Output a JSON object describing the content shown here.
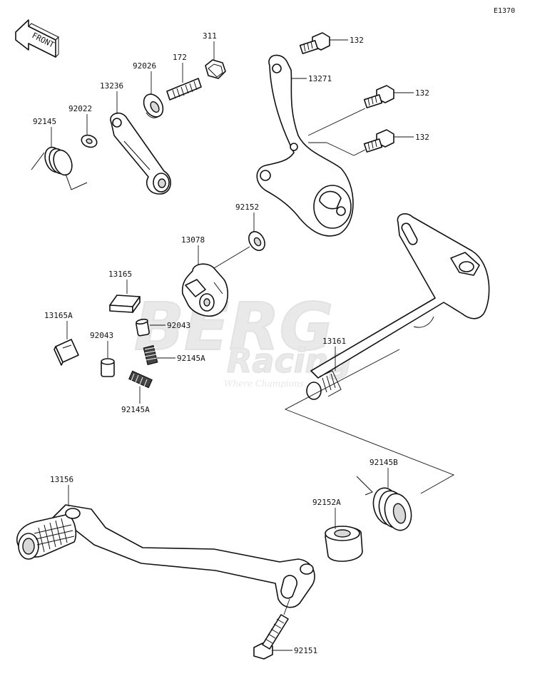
{
  "diagram_code": "E1370",
  "front_marker": "FRONT",
  "watermark": {
    "brand": "BERG",
    "sub": "Racing",
    "tagline": "Where Champions..."
  },
  "parts": [
    {
      "id": "p132a",
      "number": "132"
    },
    {
      "id": "p132b",
      "number": "132"
    },
    {
      "id": "p132c",
      "number": "132"
    },
    {
      "id": "p311",
      "number": "311"
    },
    {
      "id": "p172",
      "number": "172"
    },
    {
      "id": "p92026",
      "number": "92026"
    },
    {
      "id": "p13236",
      "number": "13236"
    },
    {
      "id": "p92022",
      "number": "92022"
    },
    {
      "id": "p92145",
      "number": "92145"
    },
    {
      "id": "p13271",
      "number": "13271"
    },
    {
      "id": "p92152",
      "number": "92152"
    },
    {
      "id": "p13078",
      "number": "13078"
    },
    {
      "id": "p13165",
      "number": "13165"
    },
    {
      "id": "p13165A",
      "number": "13165A"
    },
    {
      "id": "p92043a",
      "number": "92043"
    },
    {
      "id": "p92043b",
      "number": "92043"
    },
    {
      "id": "p92145Aa",
      "number": "92145A"
    },
    {
      "id": "p92145Ab",
      "number": "92145A"
    },
    {
      "id": "p13161",
      "number": "13161"
    },
    {
      "id": "p13156",
      "number": "13156"
    },
    {
      "id": "p92145B",
      "number": "92145B"
    },
    {
      "id": "p92152A",
      "number": "92152A"
    },
    {
      "id": "p92151",
      "number": "92151"
    }
  ]
}
